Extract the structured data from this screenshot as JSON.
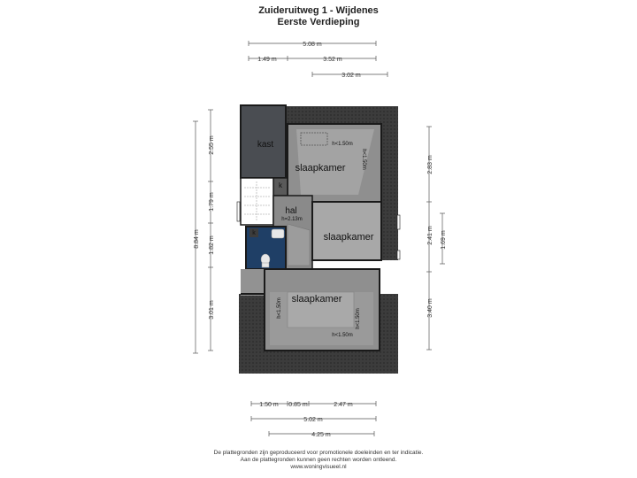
{
  "header": {
    "title": "Zuideruitweg 1 - Wijdenes",
    "subtitle": "Eerste Verdieping"
  },
  "dimensions": {
    "top_total": "5.08 m",
    "top_left": "1.49 m",
    "top_right": "3.52 m",
    "top_lower": "3.02 m",
    "left_1": "2.55 m",
    "left_2": "1.79 m",
    "left_3": "1.82 m",
    "left_4": "3.01 m",
    "left_total": "8.84 m",
    "right_1": "2.83 m",
    "right_2": "2.41 m",
    "right_3": "1.69 m",
    "right_4": "3.40 m",
    "bottom_1": "1.50 m",
    "bottom_2": "0.85 m",
    "bottom_3": "2.47 m",
    "bottom_total": "5.02 m",
    "bottom_lower": "4.25 m"
  },
  "rooms": {
    "kast": "kast",
    "k1": "k",
    "k2": "k",
    "slaapkamer_top": "slaapkamer",
    "slaapkamer_mid": "slaapkamer",
    "slaapkamer_bottom": "slaapkamer",
    "hal": "hal",
    "hal_height": "h=2.13m"
  },
  "height_notes": {
    "top_h1": "h<1.50m",
    "top_h2": "h<1.50m",
    "bottom_h_left": "h<1.50m",
    "bottom_h_right": "h<1.50m",
    "bottom_h_bottom": "h<1.50m"
  },
  "footer": {
    "line1": "De plattegronden zijn geproduceerd voor promotionele doeleinden en ter indicatie.",
    "line2": "Aan de plattegronden kunnen geen rechten worden ontleend.",
    "line3": "www.woningvisueel.nl"
  },
  "colors": {
    "roof": "#3a3a3a",
    "room_grey": "#8f8f8f",
    "room_light": "#a6a6a6",
    "wall": "#1a1a1a",
    "bath": "#1f3f66"
  }
}
